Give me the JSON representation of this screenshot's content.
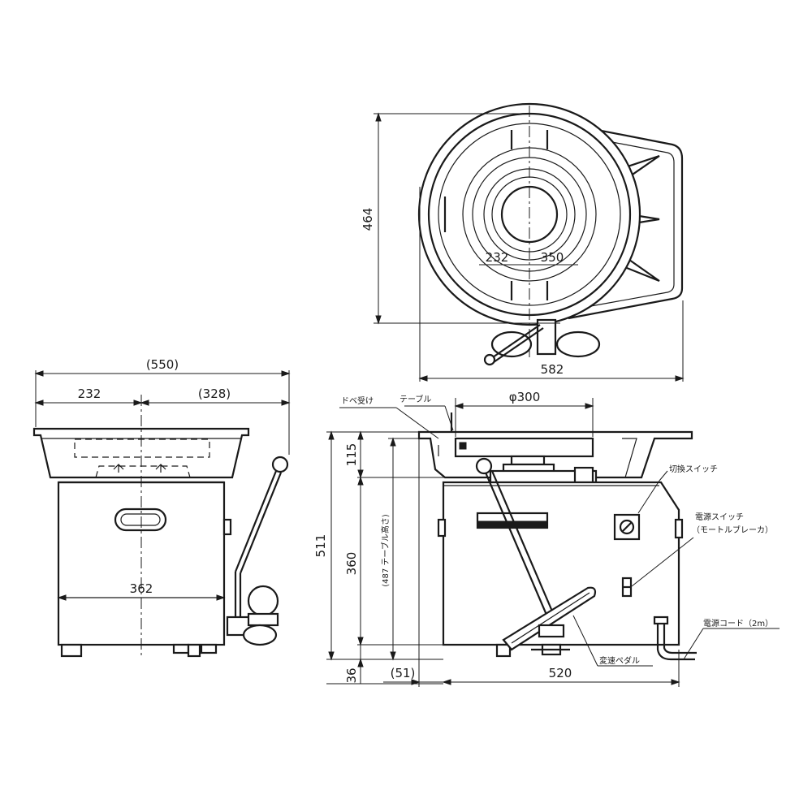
{
  "top_view": {
    "dim_depth": "464",
    "dim_width": "582",
    "dim_inner": "232",
    "dim_outer": "350"
  },
  "front_view": {
    "dim_total_width": "(550)",
    "dim_left": "232",
    "dim_right": "(328)",
    "dim_body": "362"
  },
  "side_view": {
    "dim_diameter": "φ300",
    "dim_height_total": "511",
    "dim_top": "115",
    "dim_mid": "360",
    "dim_table_height": "(487 テーブル高さ)",
    "dim_base": "36",
    "dim_offset": "(51)",
    "dim_depth": "520",
    "labels": {
      "drain_tray": "ドベ受け",
      "table": "テーブル",
      "switch": "切換スイッチ",
      "power_switch": "電源スイッチ",
      "breaker": "（モートルブレーカ）",
      "power_cord": "電源コード（2m）",
      "pedal": "変速ペダル"
    }
  }
}
